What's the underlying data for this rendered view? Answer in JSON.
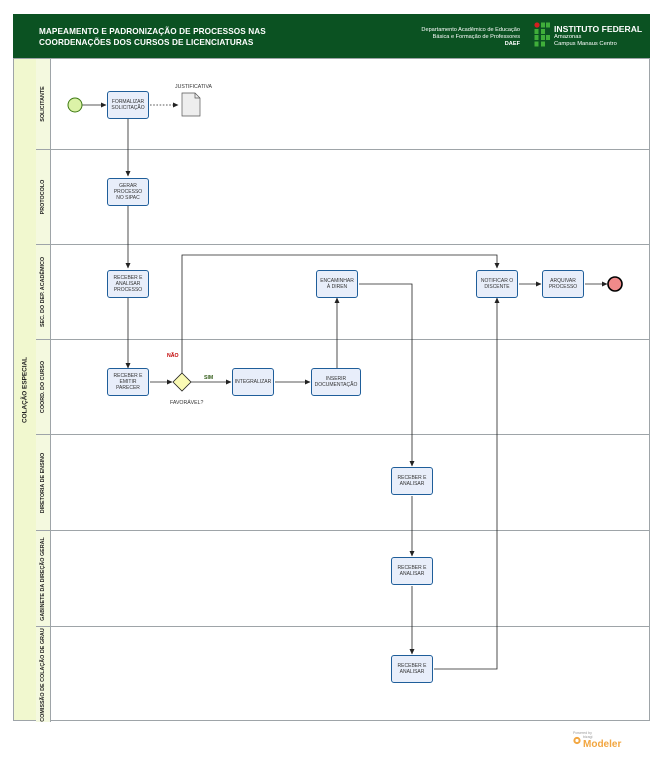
{
  "header": {
    "title": "MAPEAMENTO E PADRONIZAÇÃO DE PROCESSOS NAS COORDENAÇÕES DOS CURSOS DE LICENCIATURAS",
    "dept_line1": "Departamento Acadêmico de Educação",
    "dept_line2": "Básica e Formação de Professores",
    "dept_abbr": "DAEF",
    "institution": "INSTITUTO FEDERAL",
    "institution_line2": "Amazonas",
    "institution_line3": "Campus Manaus Centro",
    "brand_color": "#0b5222"
  },
  "pool": {
    "name": "COLAÇÃO ESPECIAL"
  },
  "lanes": [
    "SOLICITANTE",
    "PROTOCOLO",
    "SEC. DO DEP. ACADÊMICO",
    "COORD. DO CURSO",
    "DIRETORIA DE ENSINO",
    "GABINETE DA DIREÇÃO GERAL",
    "COMISSÃO DE COLAÇÃO DE GRAU"
  ],
  "tasks": {
    "formalizar": "FORMALIZAR SOLICITAÇÃO",
    "gerar": "GERAR PROCESSO NO SIPAC",
    "receber_analisar_processo": "RECEBER E ANALISAR PROCESSO",
    "encaminhar": "ENCAMINHAR À DIREN",
    "notificar": "NOTIFICAR O DISCENTE",
    "arquivar": "ARQUIVAR PROCESSO",
    "receber_emitir": "RECEBER E EMITIR PARECER",
    "integralizar": "INTEGRALIZAR",
    "inserir": "INSERIR DOCUMENTAÇÃO",
    "receber_analisar_de": "RECEBER E ANALISAR",
    "receber_analisar_gab": "RECEBER E ANALISAR",
    "receber_analisar_com": "RECEBER E ANALISAR"
  },
  "data_object": "JUSTIFICATIVA",
  "gateway": {
    "label": "FAVORÁVEL?",
    "yes": "SIM",
    "no": "NÃO"
  },
  "footer": {
    "powered_by": "Powered by",
    "vendor": "bizagi",
    "product": "Modeler"
  }
}
